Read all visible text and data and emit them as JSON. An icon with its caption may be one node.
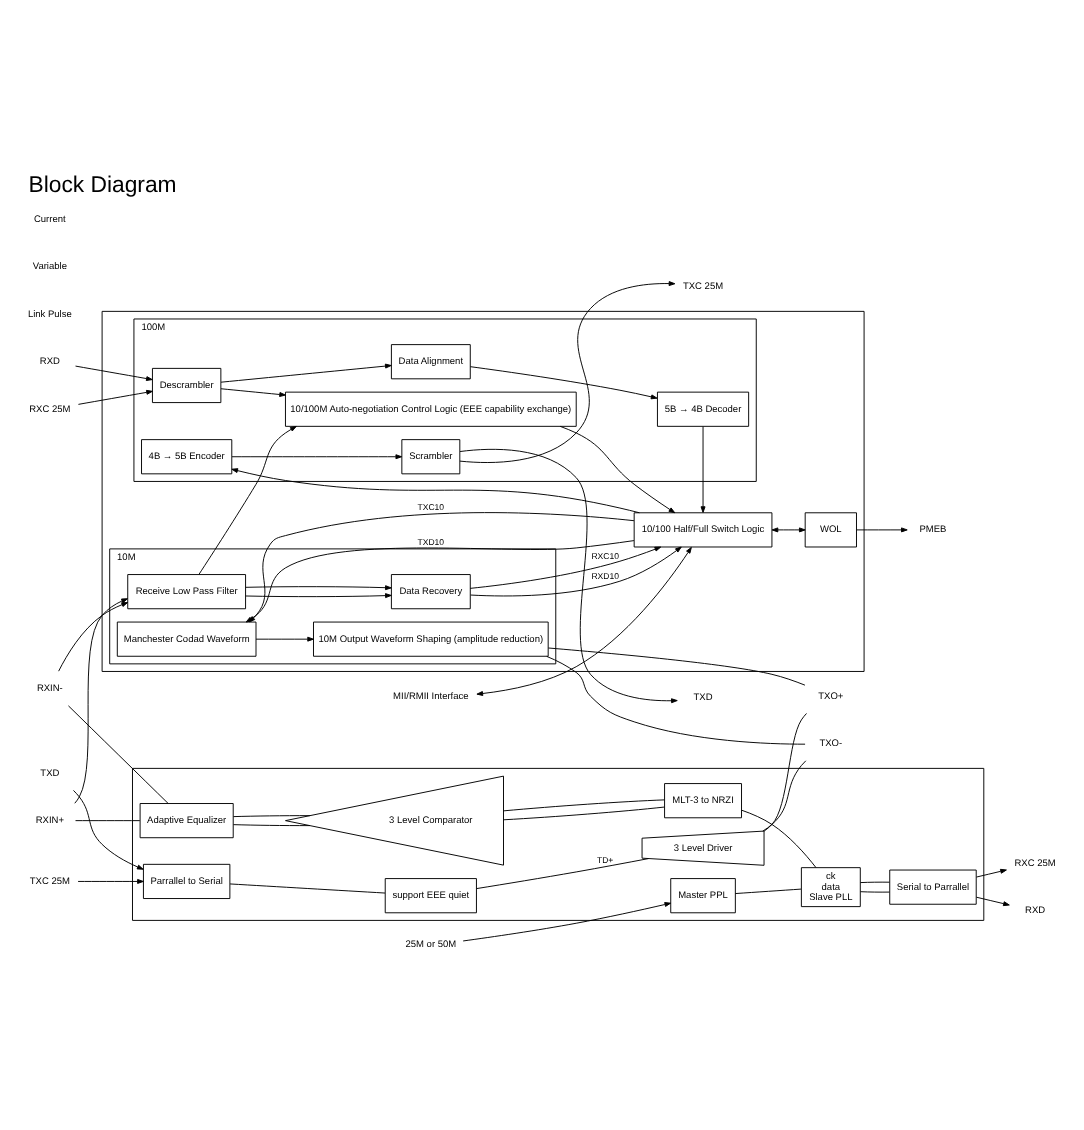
{
  "diagram": {
    "title": "Block Diagram",
    "nodes": [
      {
        "text": [],
        "shape": "box"
      },
      {
        "text": [
          "100M"
        ],
        "in": 0
      },
      {
        "text": [
          "5B → 4B Decoder"
        ],
        "in": 1
      },
      {
        "text": [
          "Data Alignment"
        ],
        "in": 1
      },
      {
        "text": [
          "Descrambler"
        ],
        "in": 1
      },
      {
        "text": [
          "4B → 5B Encoder"
        ],
        "in": 1
      },
      {
        "text": [
          "Scrambler"
        ],
        "in": 1
      },
      {
        "text": [
          "10/100M Auto-negotiation Control Logic (EEE capability exchange)"
        ],
        "in": 1
      },
      {
        "text": [
          "10/100 Half/Full Switch Logic"
        ],
        "in": 0
      },
      {
        "text": [
          "WOL"
        ],
        "in": 0
      },
      {
        "text": [
          "10M"
        ],
        "in": 0
      },
      {
        "text": [
          "Manchester Codad Waveform"
        ],
        "in": 10
      },
      {
        "text": [
          "10M Output Waveform Shaping (amplitude reduction)"
        ],
        "in": 10
      },
      {
        "text": [
          "Data Recovery"
        ],
        "in": 10
      },
      {
        "text": [
          "Receive Low Pass Filter"
        ],
        "in": 10
      },
      {
        "text": [
          "MII/RMII Interface"
        ]
      },
      {
        "text": [
          "PMEB"
        ]
      },
      {
        "text": [
          "RXD"
        ]
      },
      {
        "text": [
          "RXC 25M"
        ]
      },
      {
        "text": [
          "TXD"
        ]
      },
      {
        "text": [
          "TXC 25M"
        ]
      },
      {
        "text": [
          "TXO+"
        ]
      },
      {
        "text": [
          "TXO-"
        ]
      },
      {
        "text": [
          "RXIN+"
        ]
      },
      {
        "text": [
          "RXIN-"
        ]
      },
      {
        "text": [],
        "shape": "box"
      },
      {
        "text": [
          "Parrallel to Serial"
        ],
        "in": 25
      },
      {
        "text": [
          "support EEE quiet"
        ],
        "in": 25
      },
      {
        "text": [
          "3 Level Driver"
        ],
        "in": 25
      },
      {
        "text": [
          "MLT-3 to NRZI"
        ],
        "in": 25
      },
      {
        "text": [
          "3 Level Comparator"
        ],
        "in": 25
      },
      {
        "text": [
          "Adaptive Equalizer"
        ],
        "in": 25
      },
      {
        "text": [
          "Serial to Parrallel"
        ],
        "in": 25
      },
      {
        "text": [
          "ck",
          "data",
          "Slave PLL"
        ],
        "in": 25
      },
      {
        "text": [
          "Master PPL"
        ],
        "in": 25
      },
      {
        "text": [
          "TXC 25M"
        ]
      },
      {
        "text": [
          "TXD"
        ]
      },
      {
        "text": [
          "RXC 25M"
        ]
      },
      {
        "text": [
          "RXD"
        ]
      },
      {
        "text": [
          "25M or 50M"
        ]
      }
    ],
    "edges": [
      {
        "from": 17,
        "to": 4,
        "arrow": "to"
      },
      {
        "from": 18,
        "to": 4,
        "arrow": "to"
      },
      {
        "from": 4,
        "to": 3,
        "arrow": "to"
      },
      {
        "from": 3,
        "to": 2,
        "arrow": "to"
      },
      {
        "from": 2,
        "to": 8,
        "arrow": "to"
      },
      {
        "from": 8,
        "to": 5,
        "arrow": "to"
      },
      {
        "from": 5,
        "to": 6,
        "arrow": "to"
      },
      {
        "from": 6,
        "to": 19,
        "arrow": "to"
      },
      {
        "from": 6,
        "to": 20,
        "arrow": "to"
      },
      {
        "from": 4,
        "to": 7,
        "arrow": "to"
      },
      {
        "from": 7,
        "to": 8,
        "arrow": "to"
      },
      {
        "from": 14,
        "to": 7,
        "arrow": "to"
      },
      {
        "from": 15,
        "to": 8,
        "arrow": "both"
      },
      {
        "from": 8,
        "to": 9,
        "arrow": "both"
      },
      {
        "from": 9,
        "to": 16,
        "arrow": "to"
      },
      {
        "from": 8,
        "to": 11,
        "label": "TXC10",
        "arrow": "to"
      },
      {
        "from": 8,
        "to": 11,
        "label": "TXD10",
        "arrow": "to"
      },
      {
        "from": 11,
        "to": 12,
        "arrow": "to"
      },
      {
        "from": 13,
        "to": 8,
        "label": "RXC10",
        "arrow": "to"
      },
      {
        "from": 13,
        "to": 8,
        "label": "RXD10",
        "arrow": "to"
      },
      {
        "from": 14,
        "to": 13,
        "arrow": "to"
      },
      {
        "from": 14,
        "to": 13,
        "arrow": "to"
      },
      {
        "from": 12,
        "to": 21,
        "arrow": "none"
      },
      {
        "from": 12,
        "to": 22,
        "arrow": "none"
      },
      {
        "from": 23,
        "to": 14,
        "arrow": "to"
      },
      {
        "from": 24,
        "to": 14,
        "arrow": "to"
      },
      {
        "from": 35,
        "to": 26,
        "arrow": "to"
      },
      {
        "from": 36,
        "to": 26,
        "arrow": "to"
      },
      {
        "from": 26,
        "to": 27,
        "arrow": "none"
      },
      {
        "from": 27,
        "to": 28,
        "label": "TD+",
        "arrow": "none"
      },
      {
        "from": 28,
        "to": 21,
        "arrow": "none"
      },
      {
        "from": 28,
        "to": 22,
        "arrow": "none"
      },
      {
        "from": 23,
        "to": 31,
        "arrow": "none"
      },
      {
        "from": 24,
        "to": 31,
        "arrow": "none"
      },
      {
        "from": 31,
        "to": 30,
        "arrow": "none"
      },
      {
        "from": 31,
        "to": 30,
        "arrow": "none"
      },
      {
        "from": 30,
        "to": 29,
        "arrow": "none"
      },
      {
        "from": 30,
        "to": 29,
        "arrow": "none"
      },
      {
        "from": 29,
        "to": 33,
        "arrow": "none"
      },
      {
        "from": 33,
        "to": 32,
        "arrow": "none"
      },
      {
        "from": 33,
        "to": 32,
        "arrow": "none"
      },
      {
        "from": 32,
        "to": 37,
        "arrow": "to"
      },
      {
        "from": 32,
        "to": 38,
        "arrow": "to"
      },
      {
        "from": 34,
        "to": 33,
        "arrow": "none"
      },
      {
        "from": 39,
        "to": 34,
        "arrow": "to"
      }
    ],
    "labels": [
      "Link Pulse",
      "Variable",
      "Current"
    ]
  }
}
